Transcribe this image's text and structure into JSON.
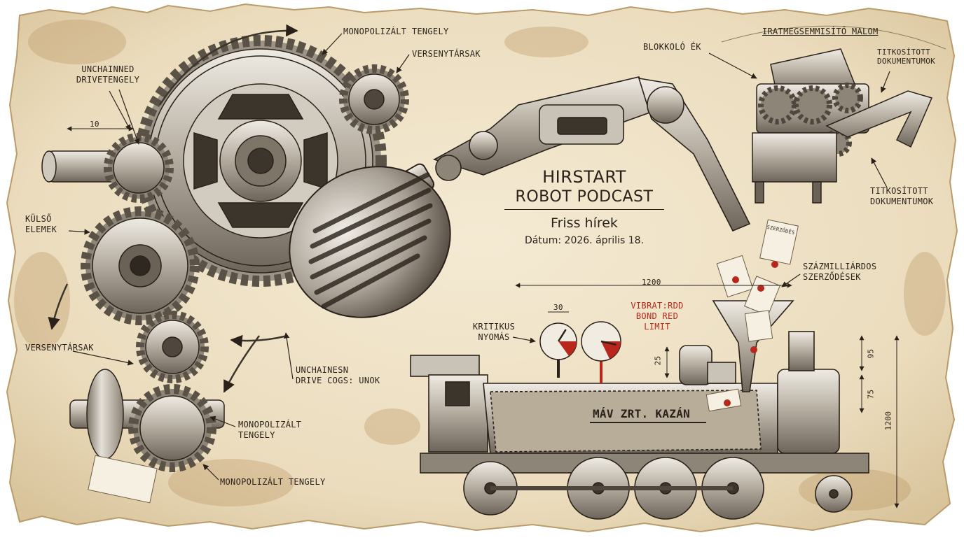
{
  "colors": {
    "paper": "#efe2c6",
    "paper_stain": "#c9a874",
    "ink": "#2a221a",
    "metal_light": "#d9d3c8",
    "metal_mid": "#a39a8c",
    "metal_dark": "#4f473d",
    "accent_red": "#b8261c"
  },
  "title_block": {
    "title": "HIRSTART",
    "subtitle": "ROBOT PODCAST",
    "tagline": "Friss hírek",
    "date_line": "Dátum: 2026. április 18."
  },
  "labels": {
    "monopolized_shaft_top": "MONOPOLIZÁLT TENGELY",
    "competitors_top": "VERSENYTÁRSAK",
    "unchained_shaft_1": "UNCHAINNED",
    "unchained_shaft_2": "DRIVETENGELY",
    "external_elements_1": "KÜLSŐ",
    "external_elements_2": "ELEMEK",
    "competitors_left": "VERSENYTÁRSAK",
    "unchained_cogs_1": "UNCHAINESN",
    "unchained_cogs_2": "DRIVE COGS: UNOK",
    "monopolized_shaft_mid_1": "MONOPOLIZÁLT",
    "monopolized_shaft_mid_2": "TENGELY",
    "monopolized_shaft_bottom": "MONOPOLIZÁLT TENGELY",
    "shredder_title": "IRATMEGSEMMISÍTŐ MALOM",
    "blocking_wedge": "BLOKKOLÓ ÉK",
    "classified_docs_top_1": "TITKOSÍTOTT",
    "classified_docs_top_2": "DOKUMENTUMOK",
    "classified_docs_bottom_1": "TITKOSÍTOTT",
    "classified_docs_bottom_2": "DOKUMENTUMOK",
    "billion_contracts_1": "SZÁZMILLIÁRDOS",
    "billion_contracts_2": "SZERZŐDÉSEK",
    "critical_pressure_1": "KRITIKUS",
    "critical_pressure_2": "NYOMÁS",
    "red_limit_1": "VIBRAT:RDD",
    "red_limit_2": "BOND RED",
    "red_limit_3": "LIMIT",
    "boiler": "MÁV ZRT. KAZÁN",
    "contract_doc": "SZERZŐDÉS"
  },
  "dimensions": {
    "shaft_length": "10",
    "locomotive_length": "1200",
    "gauge_spacing": "30",
    "dome_height": "25",
    "chimney_upper": "95",
    "chimney_lower": "75",
    "total_height": "1200"
  },
  "gauges": [
    {
      "name": "critical-pressure-gauge",
      "needle_fraction": 0.62
    },
    {
      "name": "red-limit-gauge",
      "needle_fraction": 0.88
    }
  ]
}
